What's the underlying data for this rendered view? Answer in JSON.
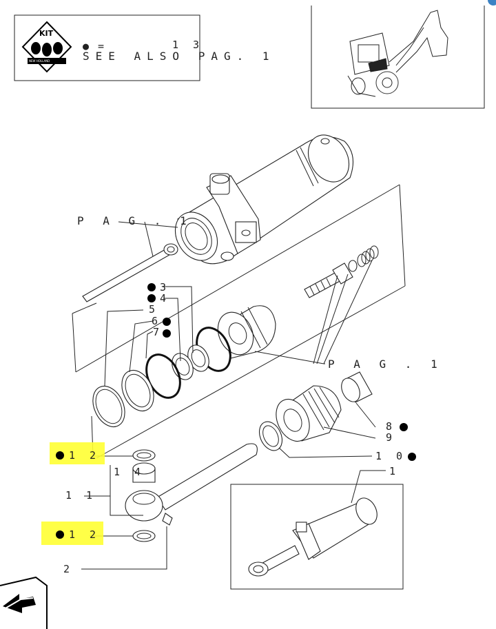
{
  "header": {
    "kit_label": "KIT",
    "kit_logo_text": "NEW HOLLAND",
    "bullet_equals": "● =",
    "kit_count": "1 3",
    "see_also": "SEE  ALSO  PAG.  1"
  },
  "callouts": {
    "pag_top": "P A G .  1",
    "pag_mid": "P A G .   1",
    "c3": "3",
    "c4": "4",
    "c5": "5",
    "c6": "6",
    "c7": "7",
    "c8": "8",
    "c9": "9",
    "c10": "1 0",
    "c1": "1",
    "c11": "1 1",
    "c14": "1 4",
    "c12a": "1 2",
    "c12b": "1 2",
    "c2": "2"
  },
  "colors": {
    "highlight": "#ffff33",
    "ink": "#222222"
  },
  "icons": {
    "nav": "arrow-next-page-icon"
  }
}
